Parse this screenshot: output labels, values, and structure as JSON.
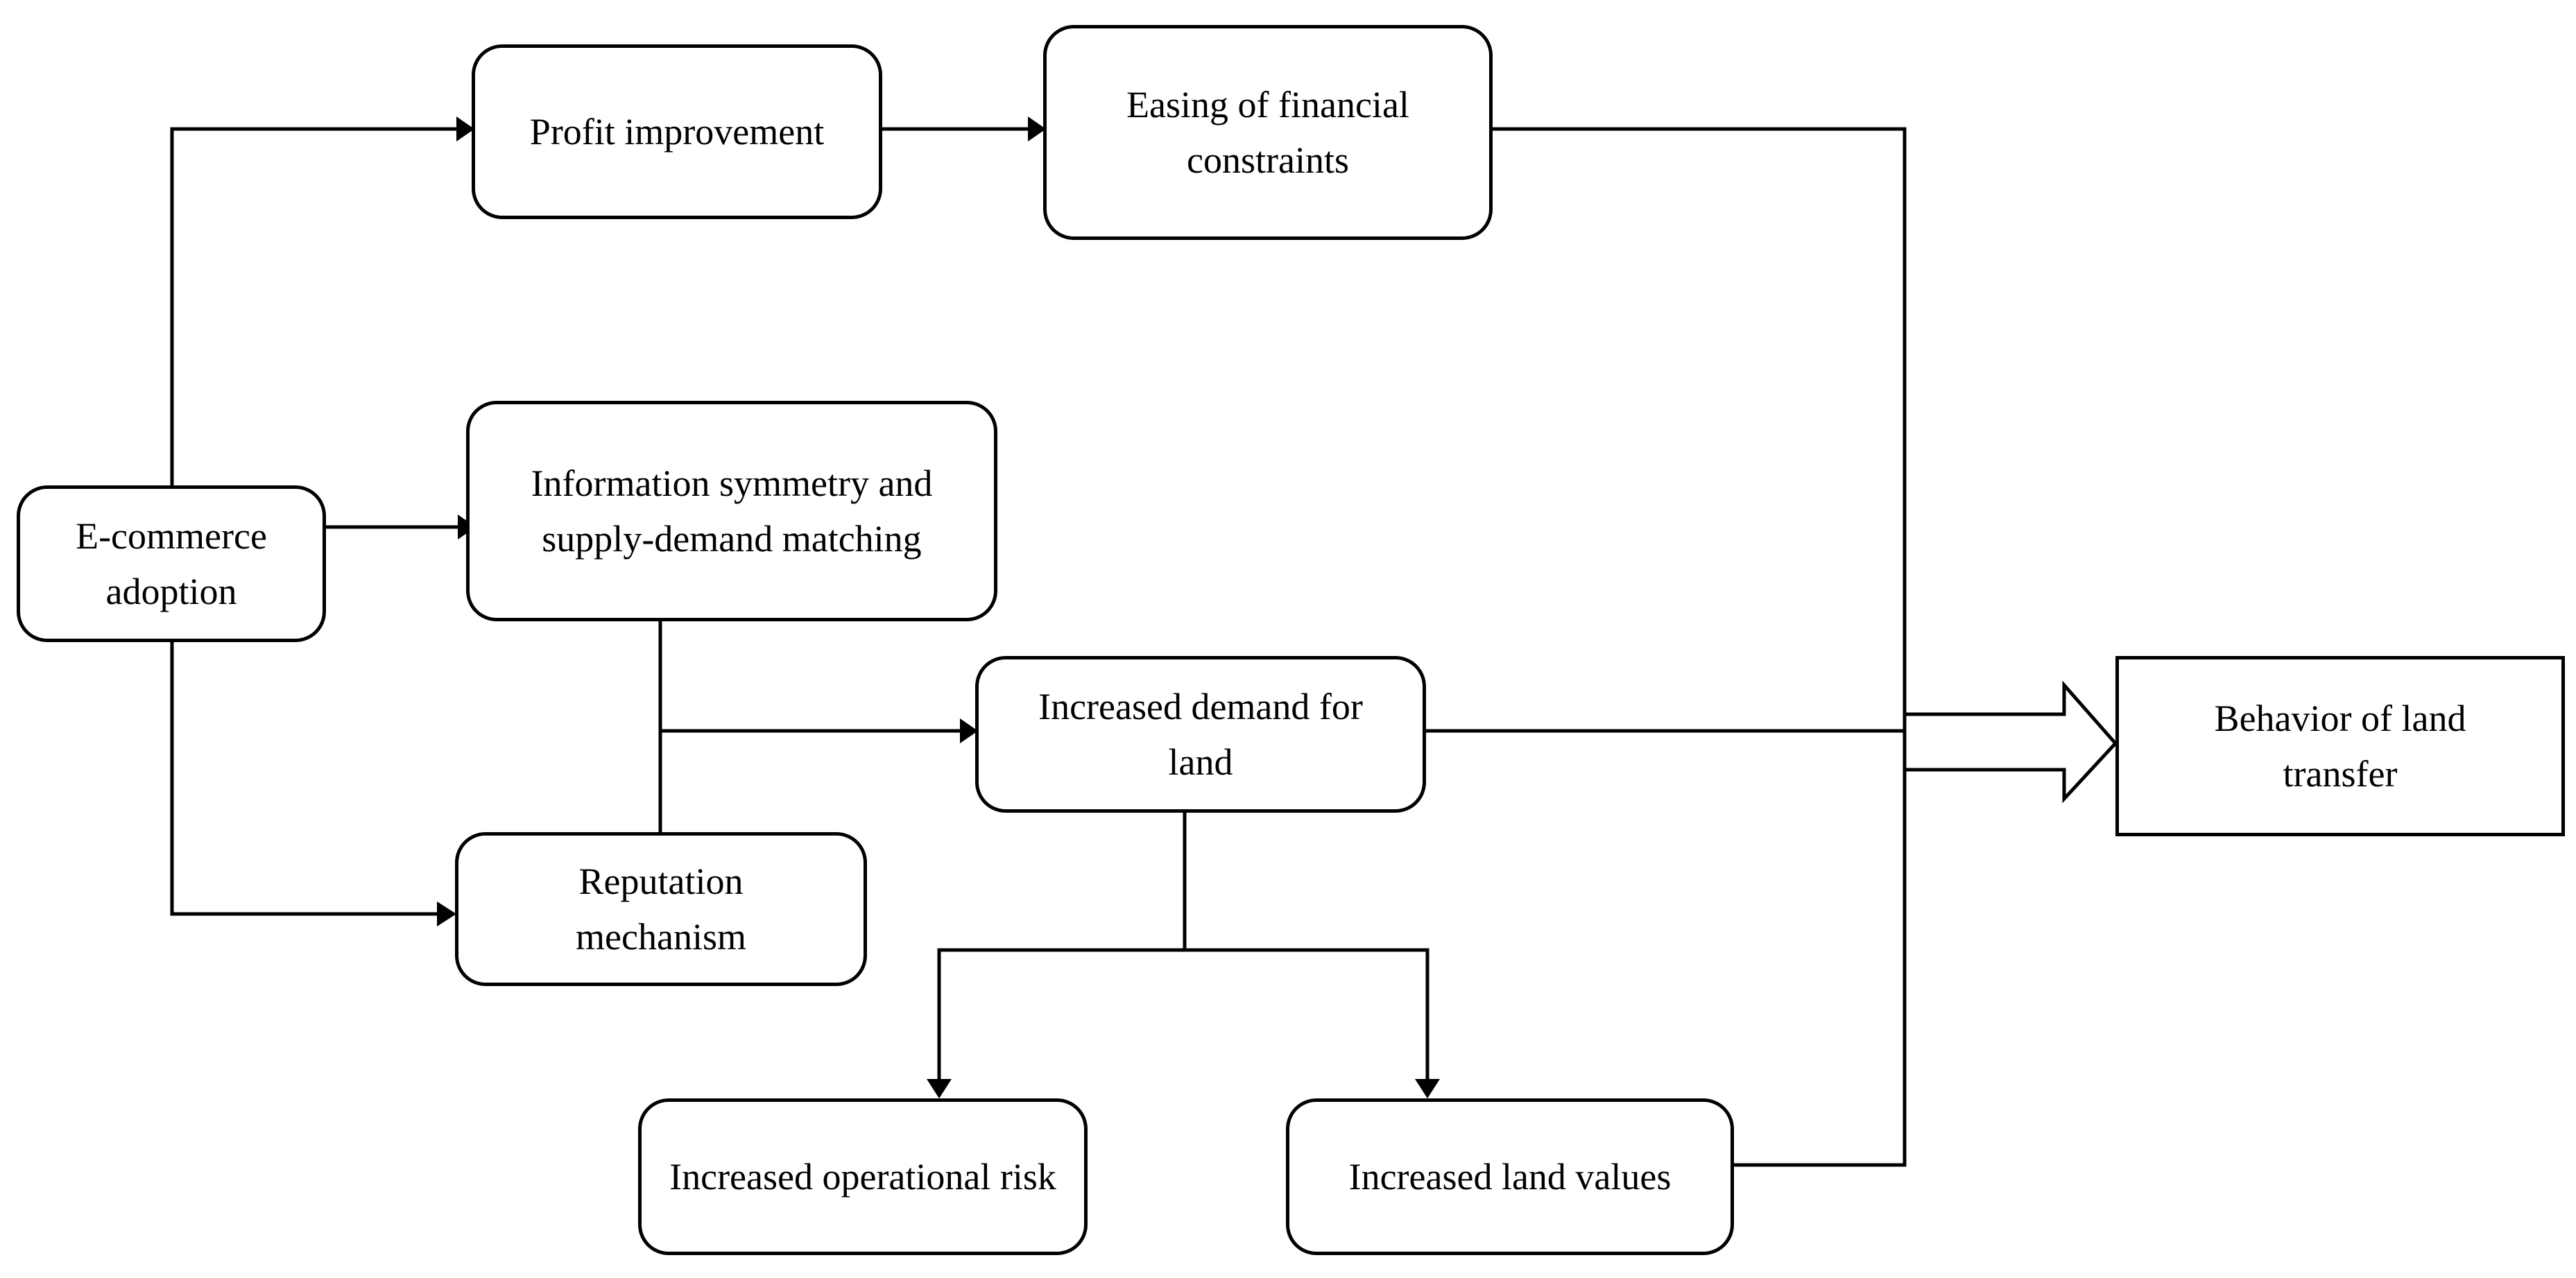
{
  "diagram": {
    "nodes": {
      "ecommerce": "E-commerce adoption",
      "profit": "Profit improvement",
      "financial": "Easing of financial constraints",
      "information": "Information symmetry and supply-demand matching",
      "demand": "Increased demand for land",
      "reputation": "Reputation mechanism",
      "risk": "Increased operational risk",
      "values": "Increased land values",
      "behavior": "Behavior of land transfer"
    }
  }
}
